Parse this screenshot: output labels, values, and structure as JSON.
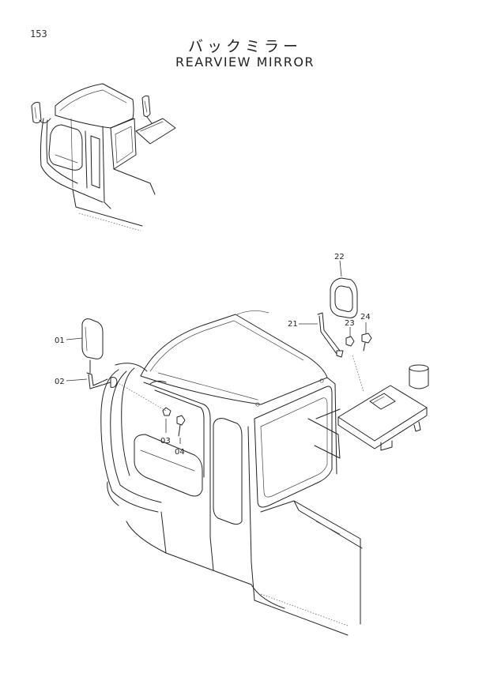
{
  "page": {
    "number": "153",
    "title_jp": "バックミラー",
    "title_en": "REARVIEW MIRROR"
  },
  "callouts": {
    "c01": "01",
    "c02": "02",
    "c03": "03",
    "c04": "04",
    "c21": "21",
    "c22": "22",
    "c23": "23",
    "c24": "24"
  }
}
